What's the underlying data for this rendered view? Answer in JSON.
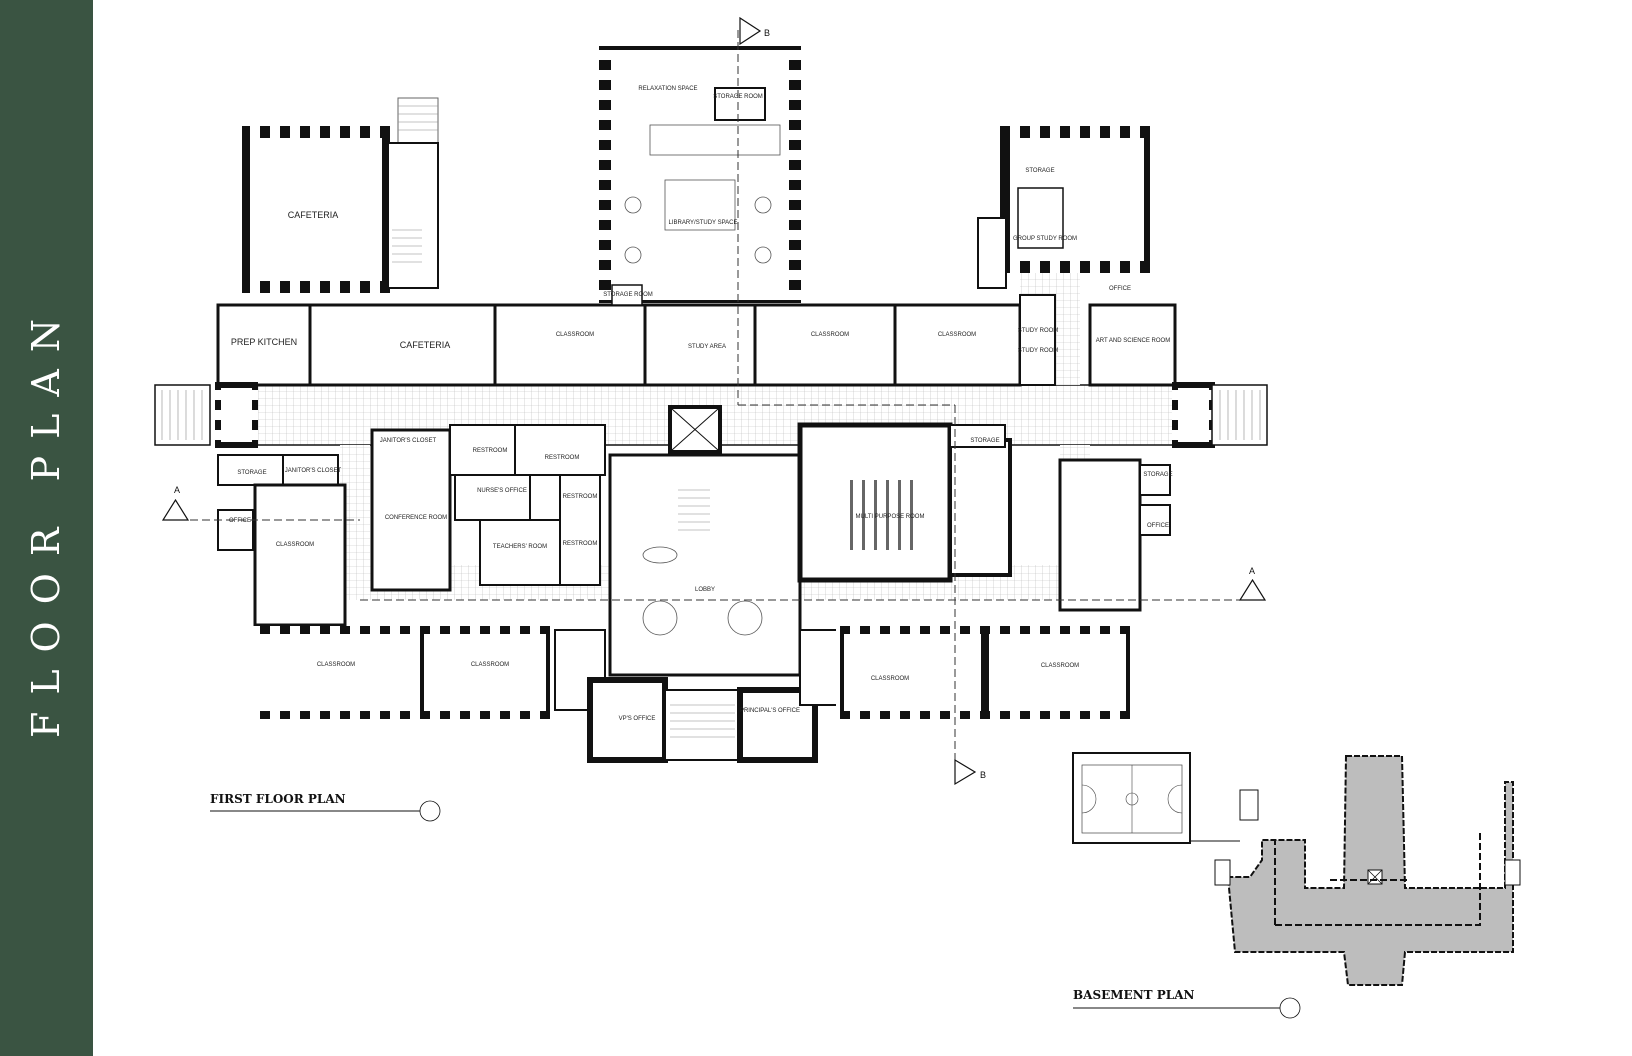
{
  "sidebar": {
    "title": "FLOOR PLAN"
  },
  "first_floor": {
    "title": "FIRST FLOOR PLAN",
    "rooms": {
      "cafeteria_north": "CAFETERIA",
      "cafeteria_south": "CAFETERIA",
      "prep_kitchen": "PREP KITCHEN",
      "relaxation": "RELAXATION SPACE",
      "storage_room_top": "STORAGE ROOM",
      "library": "LIBRARY/STUDY SPACE",
      "storage_room_lib": "STORAGE ROOM",
      "study_area": "STUDY AREA",
      "classroom_n1": "CLASSROOM",
      "classroom_n2": "CLASSROOM",
      "classroom_n3": "CLASSROOM",
      "storage_ne": "STORAGE",
      "group_study": "GROUP STUDY ROOM",
      "office_ne": "OFFICE",
      "study_room_1": "STUDY ROOM",
      "study_room_2": "STUDY ROOM",
      "art_science": "ART AND SCIENCE ROOM",
      "janitor_center": "JANITOR'S CLOSET",
      "restroom_1": "RESTROOM",
      "restroom_2": "RESTROOM",
      "restroom_3": "RESTROOM",
      "restroom_4": "RESTROOM",
      "nurse": "NURSE'S OFFICE",
      "conference": "CONFERENCE ROOM",
      "teachers": "TEACHERS' ROOM",
      "lobby": "LOBBY",
      "multipurpose": "MULTI PURPOSE ROOM",
      "storage_center": "STORAGE",
      "storage_w": "STORAGE",
      "janitor_w": "JANITOR'S CLOSET",
      "office_w": "OFFICE",
      "classroom_w": "CLASSROOM",
      "storage_e": "STORAGE",
      "office_e": "OFFICE",
      "classroom_s1": "CLASSROOM",
      "classroom_s2": "CLASSROOM",
      "classroom_s3": "CLASSROOM",
      "classroom_s4": "CLASSROOM",
      "vp_office": "VP'S OFFICE",
      "principal_office": "PRINCIPAL'S OFFICE"
    }
  },
  "basement": {
    "title": "BASEMENT PLAN"
  },
  "section_marks": {
    "a": "A",
    "b": "B"
  },
  "colors": {
    "sidebar": "#3a5442",
    "wall": "#111111",
    "basement_fill": "#bdbdbd"
  }
}
